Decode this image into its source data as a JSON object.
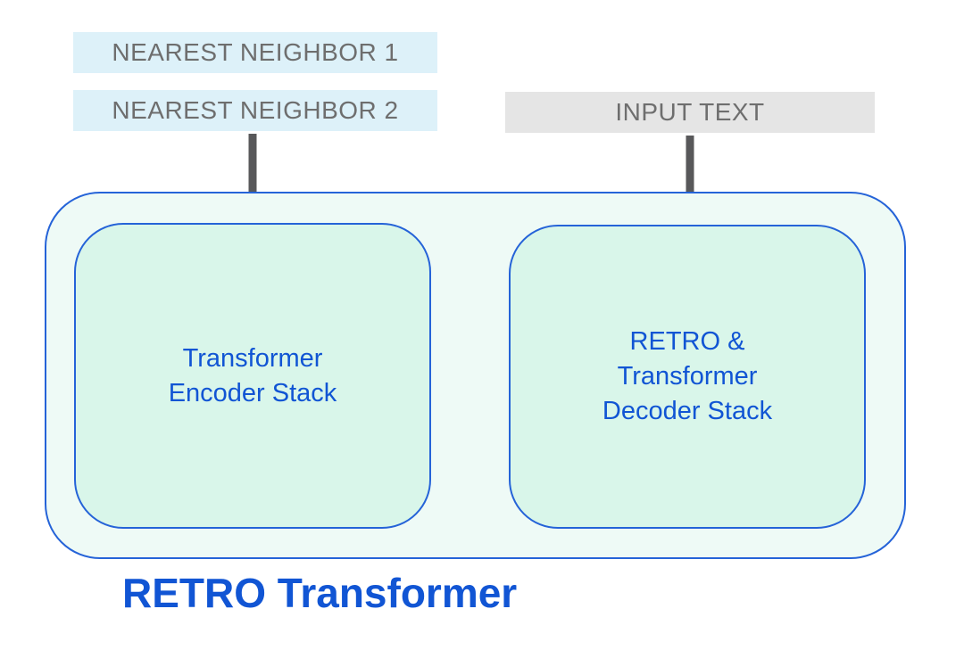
{
  "colors": {
    "border_blue": "#2563d8",
    "text_blue": "#1155d4",
    "inner_fill": "#d9f6ea",
    "outer_fill": "#eefaf6",
    "neighbor_fill": "#ddf1f9",
    "input_fill": "#e5e5e5",
    "label_gray": "#6e6e6e",
    "arrow_gray": "#58585a"
  },
  "labels": {
    "nearest_neighbor_1": "NEAREST NEIGHBOR 1",
    "nearest_neighbor_2": "NEAREST NEIGHBOR 2",
    "input_text": "INPUT TEXT"
  },
  "retro_transformer": {
    "title": "RETRO Transformer",
    "encoder": {
      "line1": "Transformer",
      "line2": "Encoder Stack"
    },
    "decoder": {
      "line1": "RETRO &",
      "line2": "Transformer",
      "line3": "Decoder Stack"
    }
  }
}
